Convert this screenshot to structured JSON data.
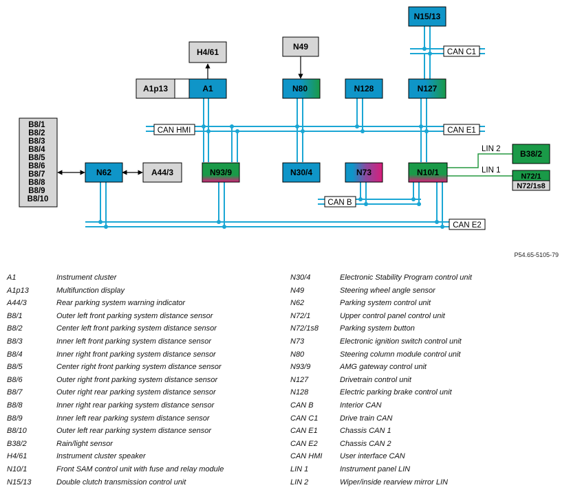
{
  "colors": {
    "module_blue": "#0f95c8",
    "module_green": "#1a9a48",
    "module_magenta": "#d81e7a",
    "box_gray": "#d6d6d6",
    "bus_cyan": "#1aa6d4",
    "lin_green": "#23973f"
  },
  "modules": {
    "a1": "A1",
    "a1p13": "A1p13",
    "h461": "H4/61",
    "n49": "N49",
    "n80": "N80",
    "n128": "N128",
    "n1513": "N15/13",
    "n127": "N127",
    "n62": "N62",
    "a443": "A44/3",
    "n939": "N93/9",
    "n304": "N30/4",
    "n73": "N73",
    "n101": "N10/1",
    "b382": "B38/2",
    "n721": "N72/1",
    "n721s8": "N72/1s8",
    "sensors": [
      "B8/1",
      "B8/2",
      "B8/3",
      "B8/4",
      "B8/5",
      "B8/6",
      "B8/7",
      "B8/8",
      "B8/9",
      "B8/10"
    ]
  },
  "buses": {
    "can_c1": "CAN C1",
    "can_hmi": "CAN HMI",
    "can_e1": "CAN E1",
    "can_b": "CAN B",
    "can_e2": "CAN E2",
    "lin1": "LIN 1",
    "lin2": "LIN 2"
  },
  "reference": "P54.65-5105-79",
  "legend_left": [
    {
      "code": "A1",
      "desc": "Instrument cluster"
    },
    {
      "code": "A1p13",
      "desc": "Multifunction display"
    },
    {
      "code": "A44/3",
      "desc": "Rear parking system warning indicator"
    },
    {
      "code": "B8/1",
      "desc": "Outer left front parking system distance sensor"
    },
    {
      "code": "B8/2",
      "desc": "Center left front parking system distance sensor"
    },
    {
      "code": "B8/3",
      "desc": "Inner left front parking system distance sensor"
    },
    {
      "code": "B8/4",
      "desc": "Inner right front parking system distance sensor"
    },
    {
      "code": "B8/5",
      "desc": "Center right front parking system distance sensor"
    },
    {
      "code": "B8/6",
      "desc": "Outer right front parking system distance sensor"
    },
    {
      "code": "B8/7",
      "desc": "Outer right rear parking system distance sensor"
    },
    {
      "code": "B8/8",
      "desc": "Inner right rear parking system distance sensor"
    },
    {
      "code": "B8/9",
      "desc": "Inner left rear parking system distance sensor"
    },
    {
      "code": "B8/10",
      "desc": "Outer left rear parking system distance sensor"
    },
    {
      "code": "B38/2",
      "desc": "Rain/light sensor"
    },
    {
      "code": "H4/61",
      "desc": "Instrument cluster speaker"
    },
    {
      "code": "N10/1",
      "desc": "Front SAM control unit with fuse and relay module"
    },
    {
      "code": "N15/13",
      "desc": "Double clutch transmission control unit"
    }
  ],
  "legend_right": [
    {
      "code": "N30/4",
      "desc": "Electronic Stability Program control unit"
    },
    {
      "code": "N49",
      "desc": "Steering wheel angle sensor"
    },
    {
      "code": "N62",
      "desc": "Parking system control unit"
    },
    {
      "code": "N72/1",
      "desc": "Upper control panel control unit"
    },
    {
      "code": "N72/1s8",
      "desc": "Parking system button"
    },
    {
      "code": "N73",
      "desc": "Electronic ignition switch control unit"
    },
    {
      "code": "N80",
      "desc": "Steering column module control unit"
    },
    {
      "code": "N93/9",
      "desc": "AMG gateway control unit"
    },
    {
      "code": "N127",
      "desc": "Drivetrain control unit"
    },
    {
      "code": "N128",
      "desc": "Electric parking brake control unit"
    },
    {
      "code": "CAN B",
      "desc": "Interior CAN"
    },
    {
      "code": "CAN C1",
      "desc": "Drive train CAN"
    },
    {
      "code": "CAN E1",
      "desc": "Chassis CAN 1"
    },
    {
      "code": "CAN E2",
      "desc": "Chassis CAN 2"
    },
    {
      "code": "CAN HMI",
      "desc": "User interface CAN"
    },
    {
      "code": "LIN 1",
      "desc": "Instrument panel LIN"
    },
    {
      "code": "LIN 2",
      "desc": "Wiper/inside rearview mirror LIN"
    }
  ]
}
